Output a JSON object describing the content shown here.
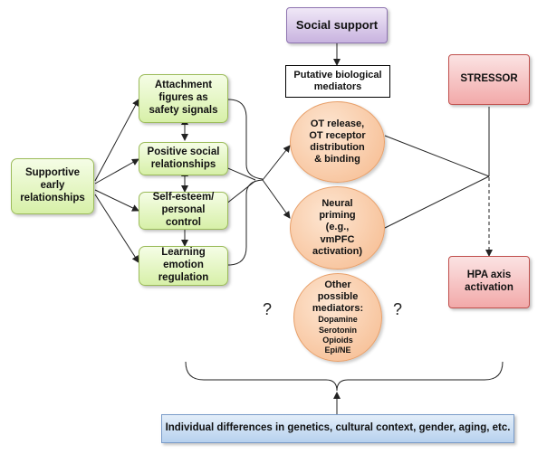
{
  "nodes": {
    "social_support": "Social support",
    "putative": "Putative biological\nmediators",
    "stressor": "STRESSOR",
    "hpa": "HPA axis\nactivation",
    "supportive": "Supportive\nearly\nrelationships",
    "attachment": "Attachment\nfigures as\nsafety signals",
    "positive": "Positive social\nrelationships",
    "selfesteem": "Self-esteem/\npersonal\ncontrol",
    "learning": "Learning\nemotion\nregulation",
    "ot": "OT release,\nOT receptor\ndistribution\n& binding",
    "neural": "Neural\npriming\n(e.g.,\nvmPFC\nactivation)",
    "other_title": "Other\npossible\nmediators:",
    "other_list": "Dopamine\nSerotonin\nOpioids\nEpi/NE",
    "individual": "Individual differences in genetics, cultural context, gender, aging, etc."
  },
  "question_mark": "?"
}
